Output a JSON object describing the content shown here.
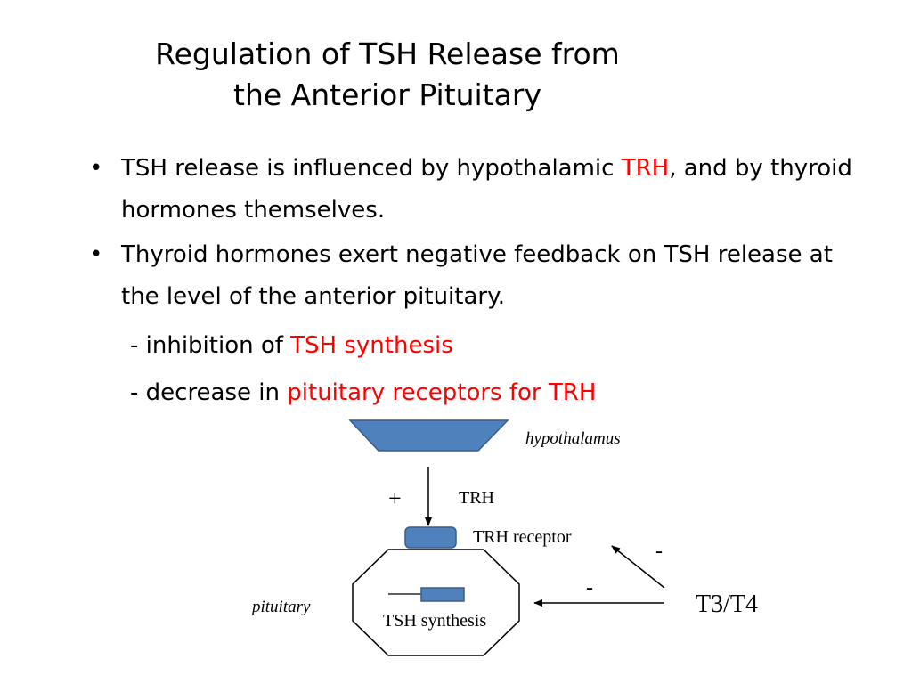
{
  "title": {
    "line1": "Regulation of TSH Release from",
    "line2": "the Anterior Pituitary"
  },
  "bullets": [
    {
      "marker": "•",
      "text_before": "TSH release is influenced by hypothalamic ",
      "highlight": "TRH",
      "text_after": ", and by thyroid hormones themselves."
    },
    {
      "marker": "•",
      "text": "Thyroid hormones exert negative feedback on TSH release at the level of the anterior pituitary."
    }
  ],
  "sub_items": [
    {
      "prefix": "- inhibition of ",
      "highlight": "TSH synthesis"
    },
    {
      "prefix": "- decrease in ",
      "highlight": "pituitary receptors for TRH"
    }
  ],
  "diagram": {
    "hypothalamus_label": "hypothalamus",
    "plus_sign": "+",
    "trh_label": "TRH",
    "trh_receptor_label": "TRH receptor",
    "minus_sign_upper": "-",
    "minus_sign_lower": "-",
    "pituitary_label": "pituitary",
    "tsh_synthesis_label": "TSH synthesis",
    "t3t4_label": "T3/T4"
  },
  "colors": {
    "highlight": "#ff0000",
    "shape_fill": "#4f81bd",
    "shape_stroke": "#385d8a"
  }
}
